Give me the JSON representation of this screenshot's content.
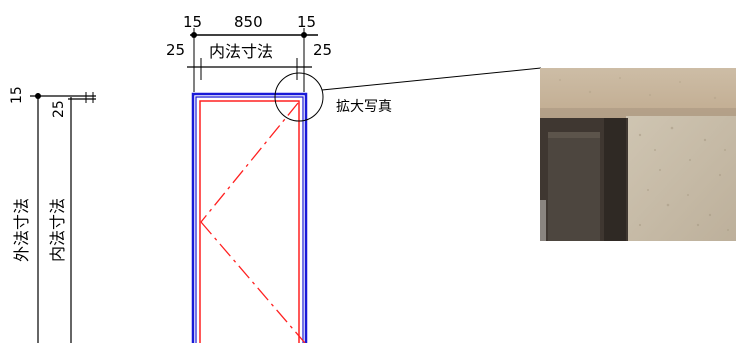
{
  "top_dimension": {
    "left_offset": "15",
    "width": "850",
    "right_offset": "15",
    "left_side_offset": "25",
    "right_side_offset": "25",
    "label": "内法寸法"
  },
  "left_dimension": {
    "top_offset": "15",
    "second_offset": "25",
    "outer_label": "外法寸法",
    "inner_label": "内法寸法"
  },
  "callout": {
    "label": "拡大写真"
  },
  "colors": {
    "frame_outer": "#1a1ad8",
    "frame_inner": "#ff2020",
    "dimension_lines": "#000000",
    "photo_ceiling": "#c9b79e",
    "photo_wall": "#c7bba6",
    "photo_door_dark": "#3b342e"
  },
  "photo": {
    "icon": "enlarged-photo-corner"
  }
}
